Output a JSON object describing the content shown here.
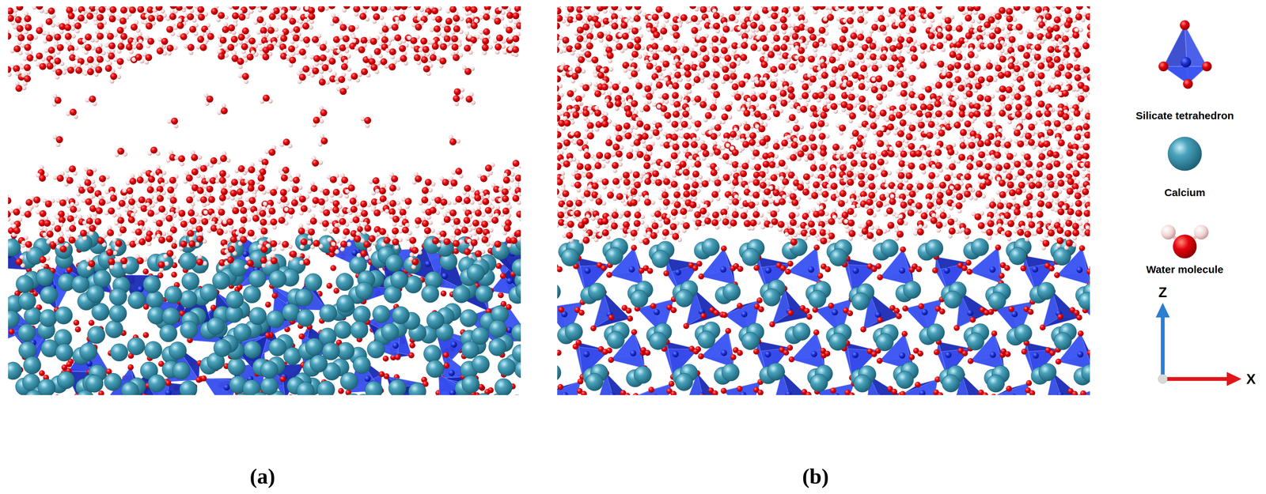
{
  "diagram": {
    "labels": [
      "(a)",
      "(b)",
      "Z",
      "X"
    ],
    "legend": [
      {
        "text": "Silicate tetrahedron"
      },
      {
        "text": "Calcium"
      },
      {
        "text": "Water molecule"
      }
    ]
  }
}
